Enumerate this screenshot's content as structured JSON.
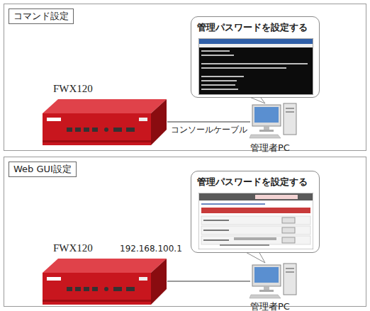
{
  "diagram": {
    "nodes": [
      {
        "text": [
          "コマンド設定"
        ]
      },
      {
        "text": [
          "FWX120"
        ],
        "in": 0
      },
      {
        "text": [
          "管理パスワードを設定する"
        ],
        "in": 0
      },
      {
        "text": [
          "管理者PC"
        ],
        "in": 0
      },
      {
        "text": [
          "Web GUI設定"
        ]
      },
      {
        "text": [
          "FWX120",
          "192.168.100.1"
        ],
        "in": 4
      },
      {
        "text": [
          "管理パスワードを設定する"
        ],
        "in": 4
      },
      {
        "text": [
          "管理者PC"
        ],
        "in": 4
      }
    ],
    "edges": [
      {
        "from": 1,
        "to": 3,
        "arrow": "none",
        "label": "コンソールケーブル"
      },
      {
        "from": 5,
        "to": 7,
        "arrow": "none"
      }
    ]
  }
}
